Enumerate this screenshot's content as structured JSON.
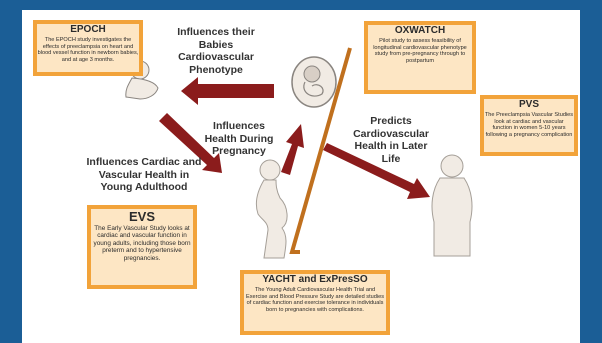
{
  "colors": {
    "background_blue": "#1b5e96",
    "card_fill": "#fde6c4",
    "card_border": "#f2a33a",
    "arrow_red": "#8b1c1c",
    "figure_fill": "#f1ebe4"
  },
  "cards": {
    "epoch": {
      "title": "EPOCH",
      "body": "The EPOCH study investigates the effects of preeclampsia on heart and blood vessel function in newborn babies, and at age 3 months."
    },
    "oxwatch": {
      "title": "OXWATCH",
      "body": "Pilot study to assess feasibility of longitudinal cardiovascular phenotype study from pre-pregnancy through to postpartum"
    },
    "pvs": {
      "title": "PVS",
      "body": "The Preeclampsia Vascular Studies look at cardiac and vascular function in women 5-10 years following a pregnancy complication"
    },
    "evs": {
      "title": "EVS",
      "body": "The Early Vascular Study looks at cardiac and vascular function in young adults, including those born preterm and to hypertensive pregnancies."
    },
    "yacht": {
      "title": "YACHT and ExPresSO",
      "body": "The Young Adult Cardiovascular Health Trial and Exercise and Blood Pressure Study are detailed studies of cardiac function and exercise tolerance in individuals born to pregnancies with complications."
    }
  },
  "labels": {
    "babies": "Influences their Babies Cardiovascular Phenotype",
    "pregnancy": "Influences Health During Pregnancy",
    "young_adult": "Influences Cardiac and Vascular Health in Young Adulthood",
    "later_life": "Predicts Cardiovascular Health in Later Life"
  }
}
